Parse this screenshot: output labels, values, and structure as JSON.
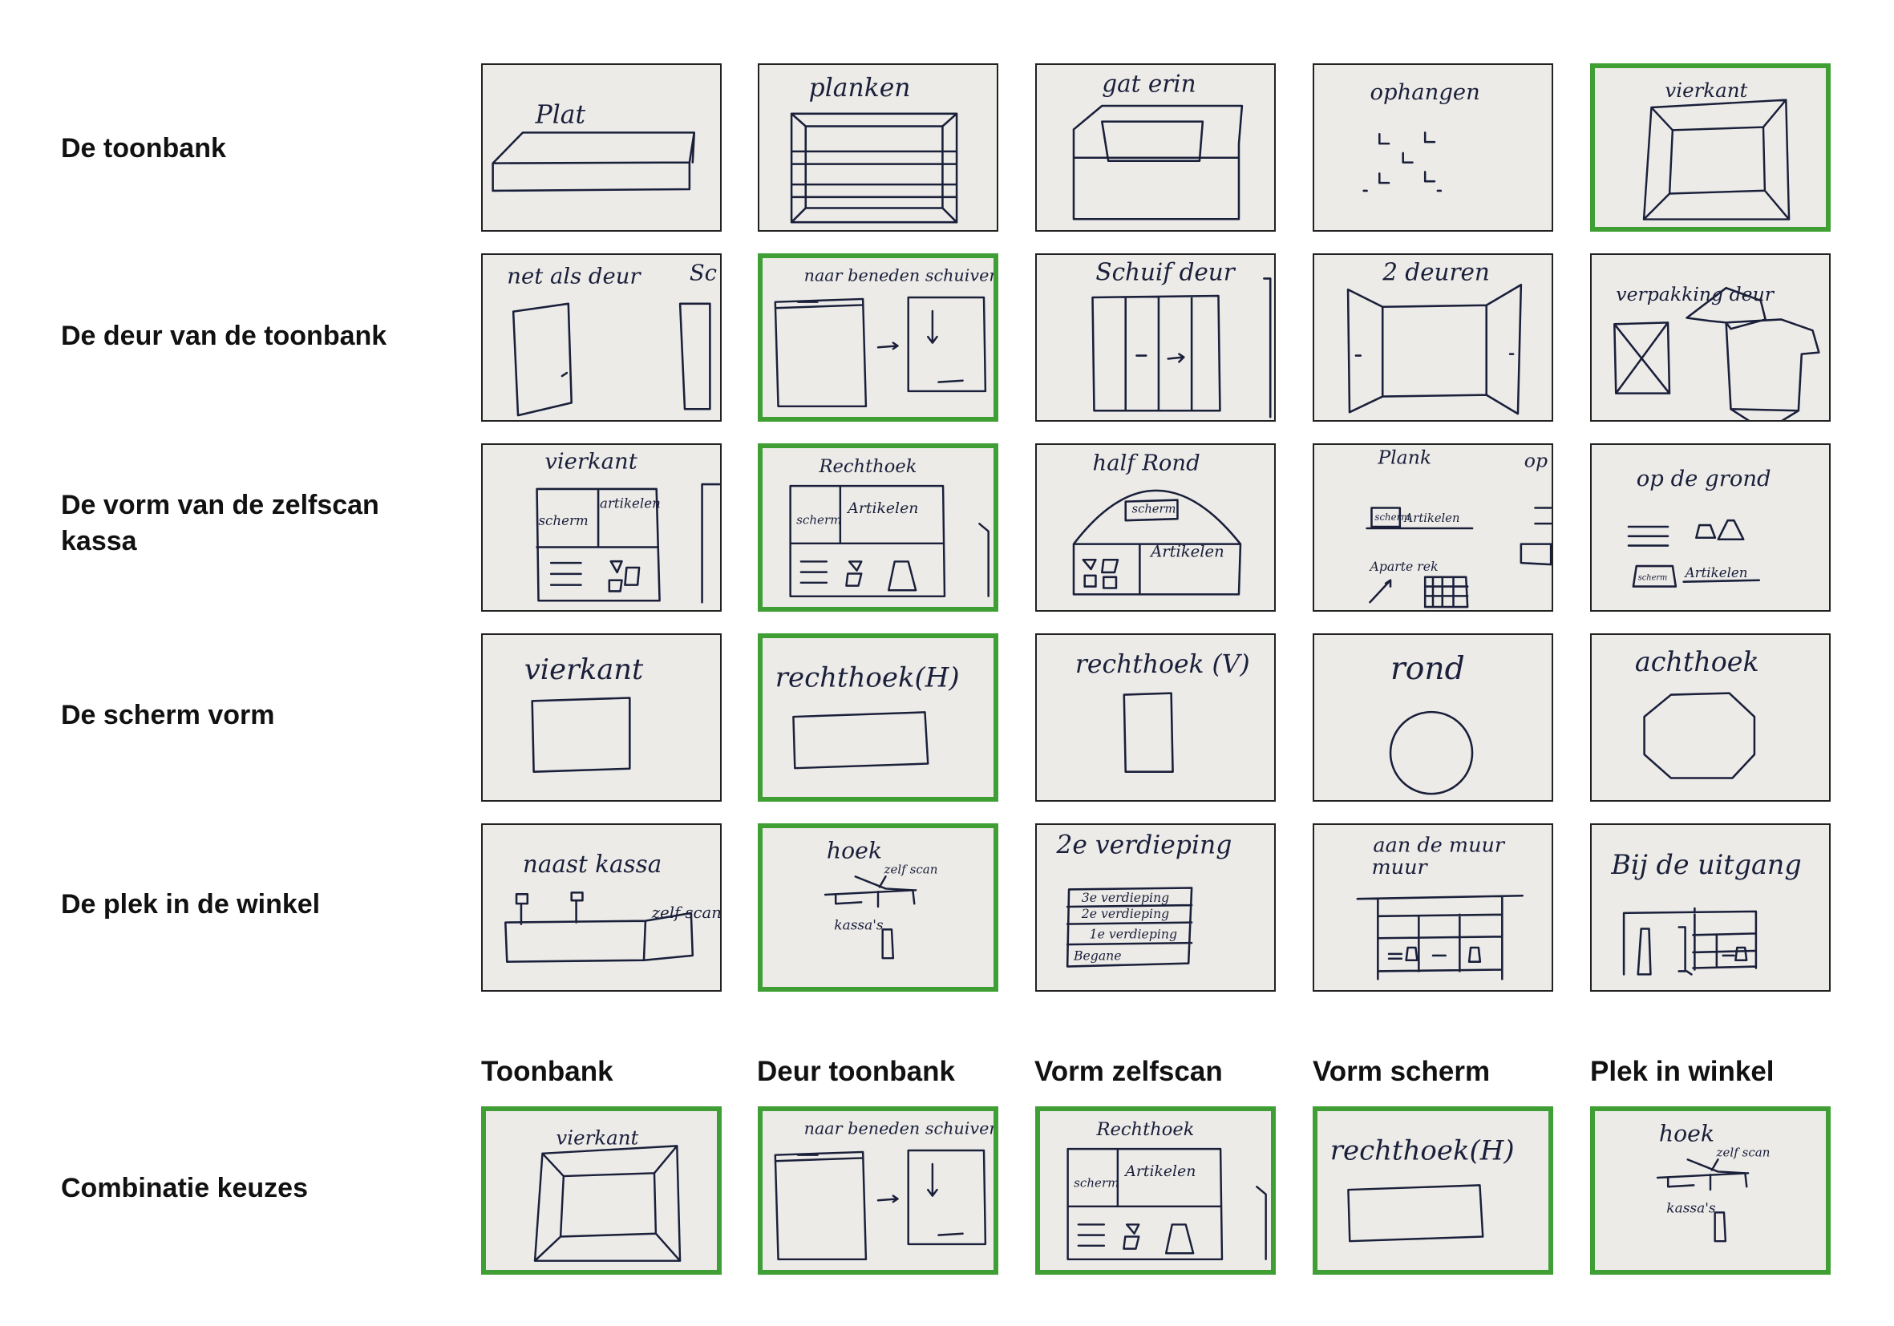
{
  "rows": [
    {
      "label": "De toonbank",
      "cards": [
        {
          "caption": "Plat",
          "selected": false
        },
        {
          "caption": "planken",
          "selected": false
        },
        {
          "caption": "gat erin",
          "selected": false
        },
        {
          "caption": "ophangen",
          "selected": false
        },
        {
          "caption": "vierkant",
          "selected": true
        }
      ]
    },
    {
      "label": "De deur van de toonbank",
      "cards": [
        {
          "caption": "net als deur",
          "selected": false
        },
        {
          "caption": "naar beneden schuiven",
          "selected": true
        },
        {
          "caption": "Schuif deur",
          "selected": false
        },
        {
          "caption": "2 deuren",
          "selected": false
        },
        {
          "caption": "verpakking deur",
          "selected": false
        }
      ]
    },
    {
      "label": "De vorm van de zelfscan kassa",
      "cards": [
        {
          "caption": "vierkant",
          "selected": false,
          "sub": [
            "scherm",
            "artikelen"
          ]
        },
        {
          "caption": "Rechthoek",
          "selected": true,
          "sub": [
            "scherm",
            "Artikelen"
          ]
        },
        {
          "caption": "half Rond",
          "selected": false,
          "sub": [
            "scherm",
            "Artikelen"
          ]
        },
        {
          "caption": "Plank",
          "selected": false,
          "sub": [
            "scherm",
            "Artikelen",
            "Aparte rek"
          ]
        },
        {
          "caption": "op de grond",
          "selected": false,
          "sub": [
            "scherm",
            "Artikelen"
          ]
        }
      ]
    },
    {
      "label": "De scherm vorm",
      "cards": [
        {
          "caption": "vierkant",
          "selected": false
        },
        {
          "caption": "rechthoek(H)",
          "selected": true
        },
        {
          "caption": "rechthoek (V)",
          "selected": false
        },
        {
          "caption": "rond",
          "selected": false
        },
        {
          "caption": "achthoek",
          "selected": false
        }
      ]
    },
    {
      "label": "De plek in de winkel",
      "cards": [
        {
          "caption": "naast kassa",
          "selected": false,
          "sub": [
            "zelf scan"
          ]
        },
        {
          "caption": "hoek",
          "selected": true,
          "sub": [
            "zelf scan",
            "kassa's"
          ]
        },
        {
          "caption": "2e verdieping",
          "selected": false,
          "sub": [
            "3e verdieping",
            "2e verdieping",
            "1e verdieping",
            "Begane"
          ]
        },
        {
          "caption": "aan de muur",
          "selected": false
        },
        {
          "caption": "Bij de uitgang",
          "selected": false
        }
      ]
    }
  ],
  "combination": {
    "label": "Combinatie keuzes",
    "columns": [
      "Toonbank",
      "Deur toonbank",
      "Vorm zelfscan",
      "Vorm scherm",
      "Plek in winkel"
    ],
    "cards": [
      {
        "caption": "vierkant"
      },
      {
        "caption": "naar beneden schuiven"
      },
      {
        "caption": "Rechthoek",
        "sub": [
          "scherm",
          "Artikelen"
        ]
      },
      {
        "caption": "rechthoek(H)"
      },
      {
        "caption": "hoek",
        "sub": [
          "zelf scan",
          "kassa's"
        ]
      }
    ]
  },
  "colors": {
    "selected_border": "#3f9f34",
    "ink": "#1a1f3a",
    "paper": "#ecebe8"
  }
}
